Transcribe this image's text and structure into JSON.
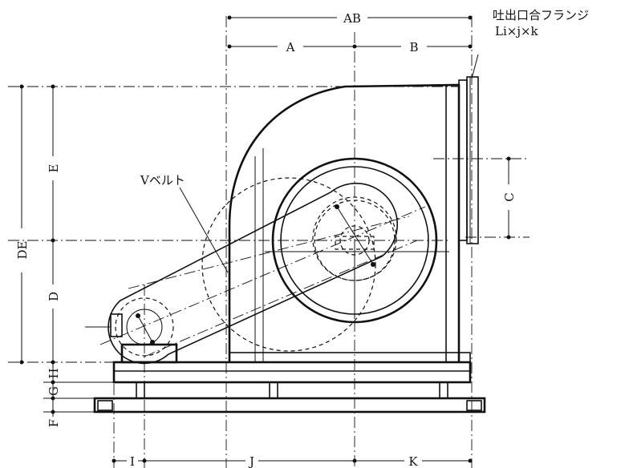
{
  "dimensions": {
    "AB": "AB",
    "A": "A",
    "B": "B",
    "C": "C",
    "DE": "DE",
    "E": "E",
    "D": "D",
    "H": "H",
    "G": "G",
    "F": "F",
    "I": "I",
    "J": "J",
    "K": "K"
  },
  "annotations": {
    "outlet_flange_title": "吐出口合フランジ",
    "outlet_flange_spec": "Li×j×k",
    "v_belt": "Vベルト"
  }
}
